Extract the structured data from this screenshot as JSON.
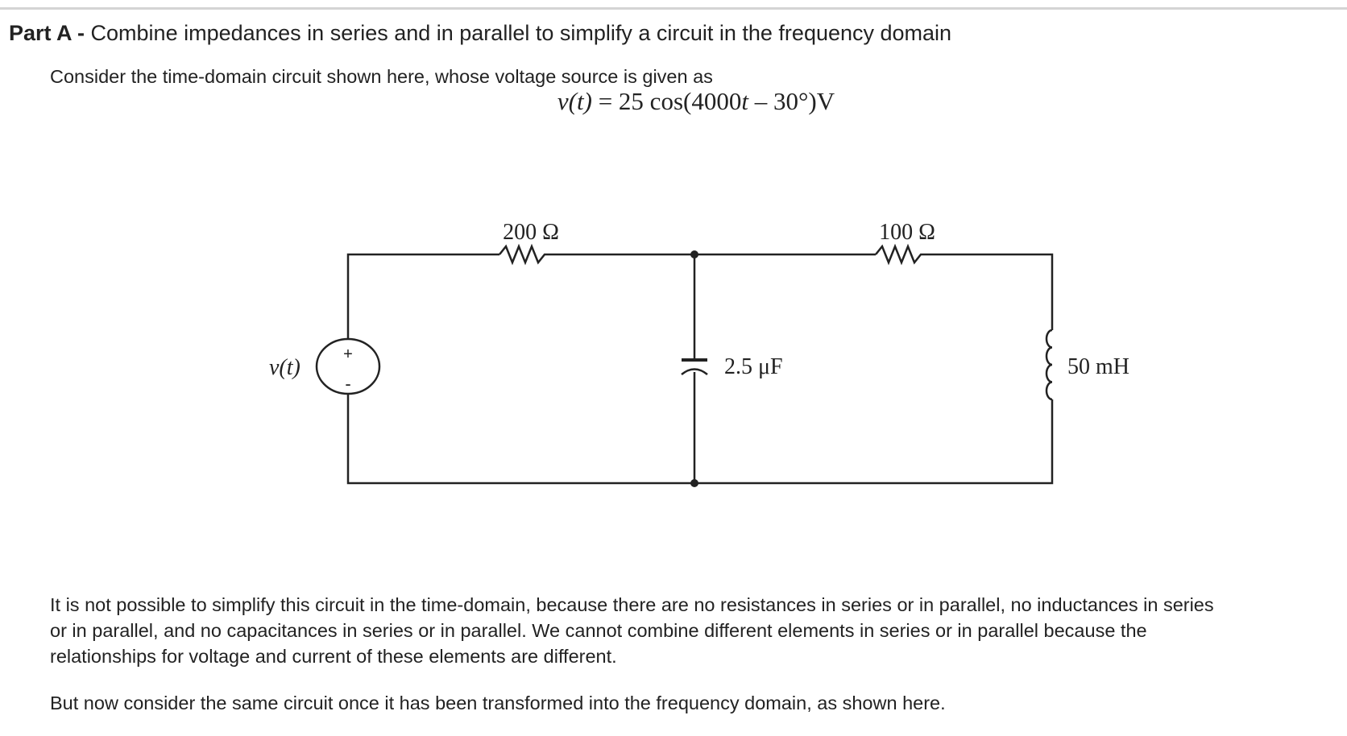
{
  "part": {
    "label": "Part A",
    "separator": " - ",
    "title": "Combine impedances in series and in parallel to simplify a circuit in the frequency domain"
  },
  "intro": "Consider the time-domain circuit shown here, whose voltage source is given as",
  "formula": {
    "lhs": "v(t)",
    "eq": " = 25 cos(4000",
    "t": "t",
    "rest": " – 30°)V"
  },
  "circuit": {
    "source_label": "v(t)",
    "plus": "+",
    "minus": "-",
    "r1": "200 Ω",
    "r2": "100 Ω",
    "capacitor": "2.5 μF",
    "inductor": "50 mH"
  },
  "paragraph_lines": [
    "It is not possible to simplify this circuit in the time-domain, because there are no resistances in series or in parallel, no inductances in series",
    "or in parallel, and no capacitances in series or in parallel. We cannot combine different elements in series or in parallel because the",
    "relationships for voltage and current of these elements are different."
  ],
  "closing": "But now consider the same circuit once it has been transformed into the frequency domain, as shown here."
}
